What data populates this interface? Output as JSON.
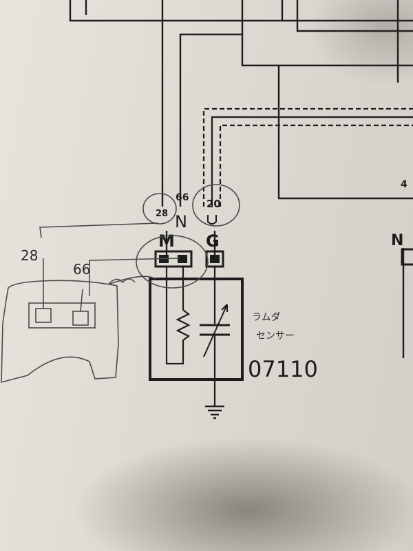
{
  "diagram": {
    "wire_labels": {
      "wire_28": "28",
      "wire_66": "66",
      "wire_20": "20",
      "wire_4": "4"
    },
    "terminal_labels": {
      "N": "N",
      "M": "M",
      "G": "G",
      "N_right": "N"
    },
    "component": {
      "code": "07110",
      "note_line1": "ラムダ",
      "note_line2": "センサー"
    },
    "handwritten": {
      "label_28": "28",
      "label_66": "66"
    },
    "colors": {
      "ink": "#1c1c1c",
      "pencil": "#4a4a4a",
      "paper": "#e3dfd8"
    }
  }
}
